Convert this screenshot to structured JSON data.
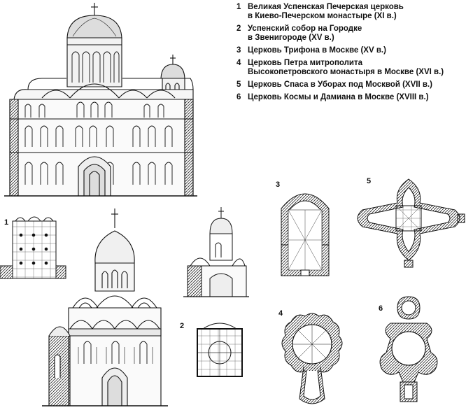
{
  "legend": [
    {
      "num": "1",
      "lines": [
        "Великая Успенская Печерская церковь",
        "в Киево-Печерском монастыре (XI в.)"
      ]
    },
    {
      "num": "2",
      "lines": [
        "Успенский собор на Городке",
        "в Звенигороде (XV в.)"
      ]
    },
    {
      "num": "3",
      "lines": [
        "Церковь Трифона в Москве (XV в.)"
      ]
    },
    {
      "num": "4",
      "lines": [
        "Церковь Петра митрополита",
        "Высокопетровского монастыря в Москве (XVI в.)"
      ]
    },
    {
      "num": "5",
      "lines": [
        "Церковь Спаса в Уборах под Москвой (XVII в.)"
      ]
    },
    {
      "num": "6",
      "lines": [
        "Церковь Космы и Дамиана в Москве (XVIII в.)"
      ]
    }
  ],
  "plan_labels": {
    "p1": "1",
    "p2": "2",
    "p3": "3",
    "p4": "4",
    "p5": "5",
    "p6": "6"
  },
  "icons": {
    "dome": "dome-icon",
    "cross": "cross-icon"
  }
}
